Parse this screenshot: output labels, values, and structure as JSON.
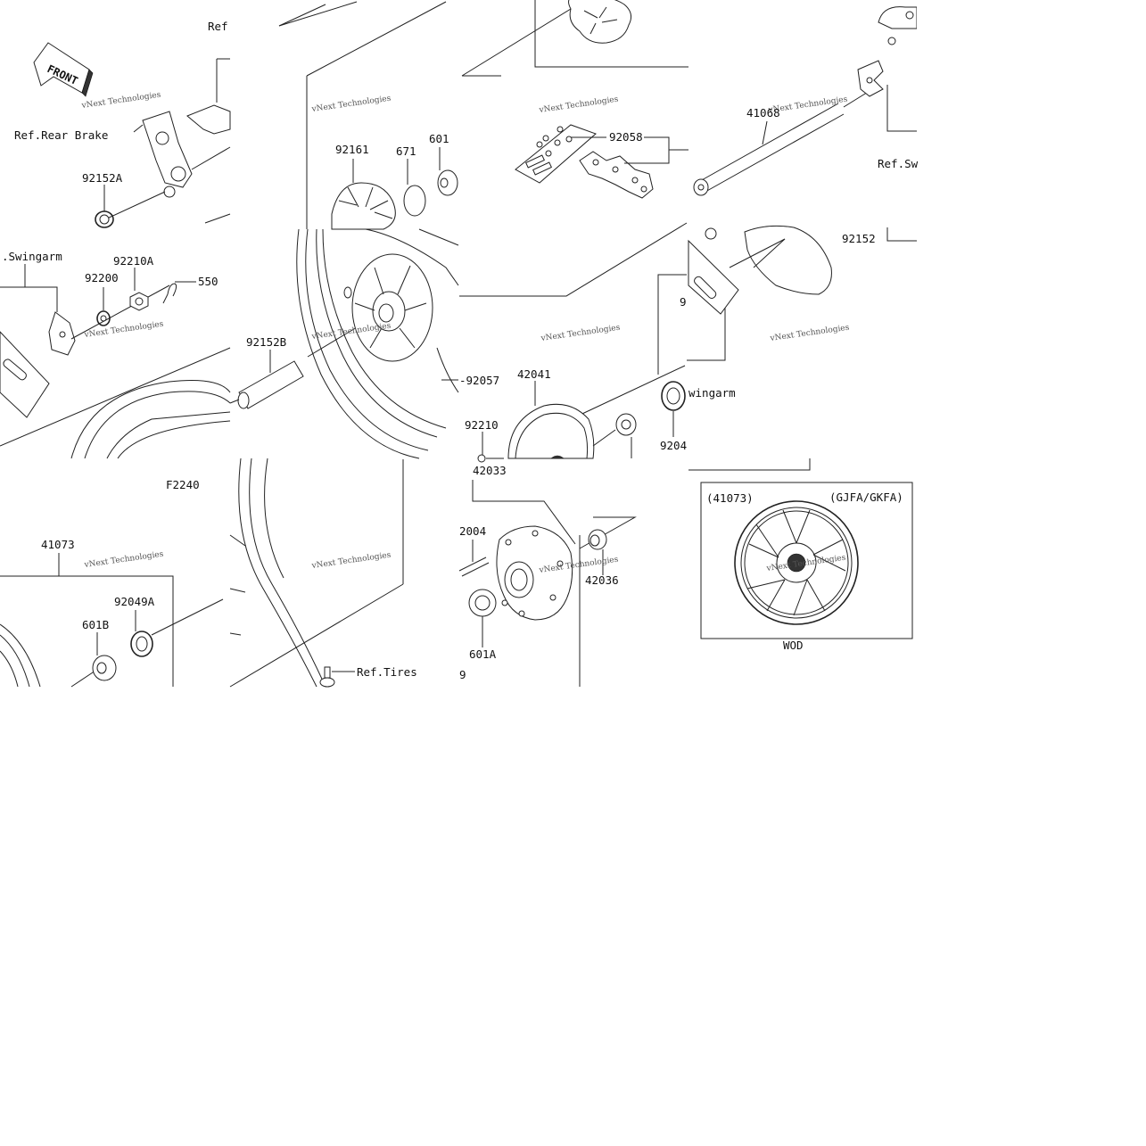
{
  "diagram": {
    "front_badge": "FRONT",
    "watermark_text": "vNext Technologies",
    "figure_code": "F2240",
    "callouts": {
      "ref_top": "Ref",
      "ref_rear_brake": "Ref.Rear Brake",
      "ref_swingarm_left": ".Swingarm",
      "ref_swingarm_right": "Ref.Sw",
      "swingarm_mid": "wingarm",
      "ref_tires": "Ref.Tires"
    },
    "part_numbers": {
      "p92152A": "92152A",
      "p92161": "92161",
      "p671": "671",
      "p601": "601",
      "p92058": "92058",
      "p41068": "41068",
      "p92152": "92152",
      "p92210A": "92210A",
      "p92200": "92200",
      "p550": "550",
      "p92152B": "92152B",
      "p92057": "-92057",
      "p42041": "42041",
      "p92210": "92210",
      "p9_right": "9",
      "p9204": "9204",
      "p41073": "41073",
      "p92049A": "92049A",
      "p601B": "601B",
      "p42033": "42033",
      "p2004": "2004",
      "p42036": "42036",
      "p601A": "601A",
      "p9_bottom": "9"
    },
    "inset": {
      "part": "(41073)",
      "models": "(GJFA/GKFA)",
      "color_code": "WOD"
    }
  }
}
